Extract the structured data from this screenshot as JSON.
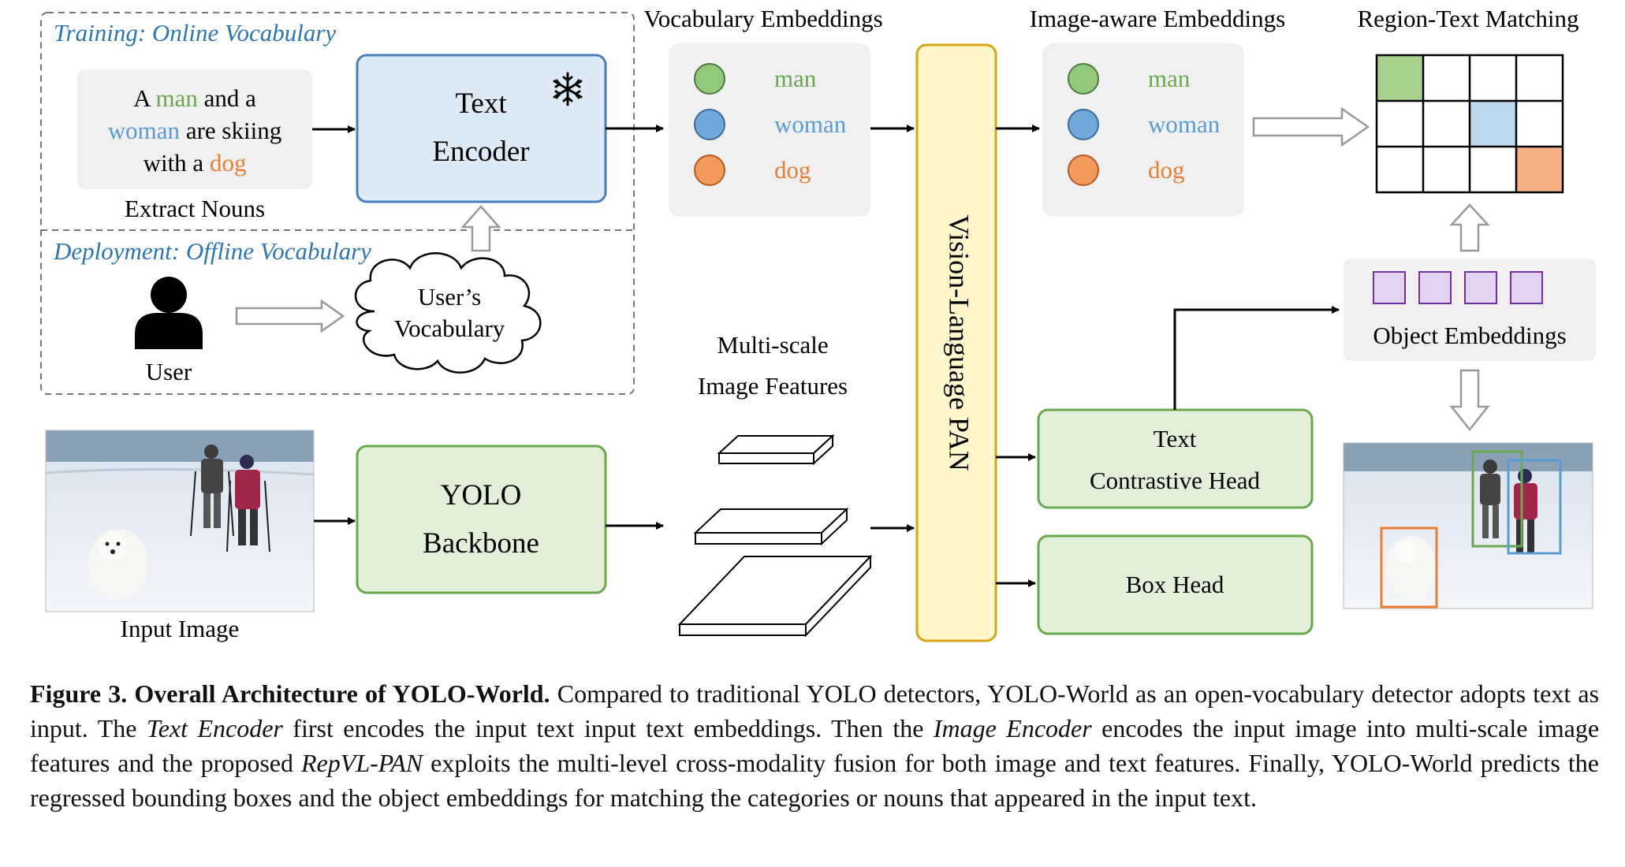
{
  "sections": {
    "training_label": "Training: Online Vocabulary",
    "deployment_label": "Deployment: Offline Vocabulary"
  },
  "input_text": {
    "line1_pre": "A ",
    "word_man": "man",
    "line1_post": " and a",
    "word_woman": "woman",
    "line2_post": " are skiing",
    "line3_pre": "with a ",
    "word_dog": "dog",
    "caption": "Extract Nouns"
  },
  "user": {
    "label": "User",
    "vocab_line1": "User’s",
    "vocab_line2": "Vocabulary"
  },
  "text_encoder": {
    "line1": "Text",
    "line2": "Encoder",
    "frozen_icon": "snowflake-icon"
  },
  "vocab_embeddings": {
    "title": "Vocabulary Embeddings",
    "items": [
      {
        "label": "man",
        "color": "#92c97c"
      },
      {
        "label": "woman",
        "color": "#72a9dd"
      },
      {
        "label": "dog",
        "color": "#f19a5c"
      }
    ]
  },
  "image_aware_embeddings": {
    "title": "Image-aware Embeddings",
    "items": [
      {
        "label": "man",
        "color": "#92c97c"
      },
      {
        "label": "woman",
        "color": "#72a9dd"
      },
      {
        "label": "dog",
        "color": "#f19a5c"
      }
    ]
  },
  "pan": {
    "label": "Vision-Language PAN"
  },
  "matching": {
    "title": "Region-Text Matching"
  },
  "object_embeddings": {
    "label": "Object Embeddings"
  },
  "input_image": {
    "label": "Input Image"
  },
  "backbone": {
    "line1": "YOLO",
    "line2": "Backbone"
  },
  "features": {
    "line1": "Multi-scale",
    "line2": "Image Features"
  },
  "heads": {
    "contrastive_line1": "Text",
    "contrastive_line2": "Contrastive Head",
    "box": "Box Head"
  },
  "colors": {
    "label_blue": "#2e75b6",
    "green": "#6aa84f",
    "blue": "#5b9bd5",
    "orange": "#ed7d31",
    "purple": "#7030a0"
  },
  "caption": {
    "fig": "Figure 3.",
    "title": "Overall Architecture of YOLO-World.",
    "t1": " Compared to traditional YOLO detectors, YOLO-World as an open-vocabulary detector adopts text as input. The ",
    "i1": "Text Encoder",
    "t2": " first encodes the input text input text embeddings. Then the ",
    "i2": "Image Encoder",
    "t3": " encodes the input image into multi-scale image features and the proposed ",
    "i3": "RepVL-PAN",
    "t4": " exploits the multi-level cross-modality fusion for both image and text features. Finally, YOLO-World predicts the regressed bounding boxes and the object embeddings for matching the categories or nouns that appeared in the input text."
  }
}
